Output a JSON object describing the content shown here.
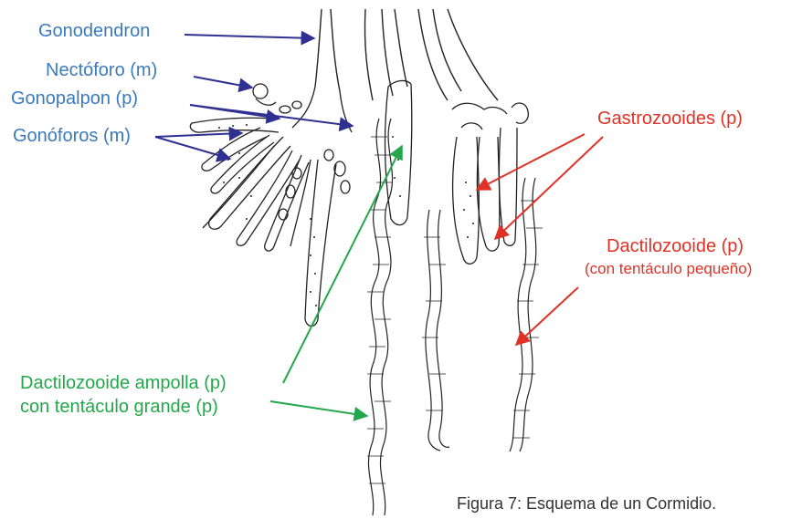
{
  "colors": {
    "blue_labels": "#3a7abd",
    "blue_arrows": "#2e3192",
    "red": "#e03127",
    "green": "#22a84a",
    "drawing": "#222222"
  },
  "labels": {
    "gonodendron": "Gonodendron",
    "nectoforo": "Nectóforo (m)",
    "gonopalpon": "Gonopalpon (p)",
    "gonoforos": "Gonóforos (m)",
    "gastrozooides": "Gastrozooides (p)",
    "dactilozooide": "Dactilozooide (p)",
    "dactilozooide_sub": "(con tentáculo pequeño)",
    "ampolla": "Dactilozooide  ampolla (p)",
    "ampolla_sub": "con tentáculo grande (p)"
  },
  "caption": "Figura 7:  Esquema de un Cormidio."
}
